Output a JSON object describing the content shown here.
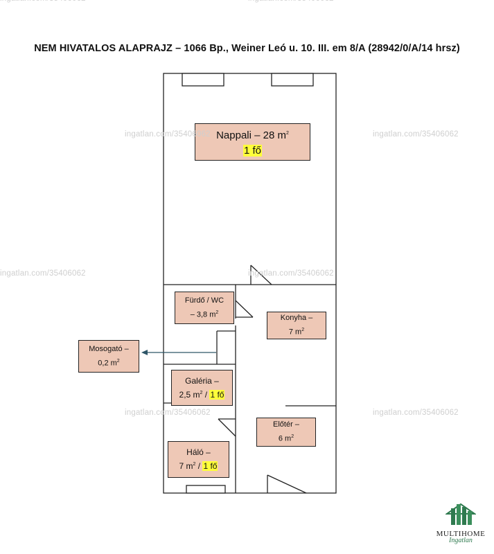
{
  "title": "NEM HIVATALOS ALAPRAJZ – 1066 Bp., Weiner Leó u. 10. III. em 8/A (28942/0/A/14 hrsz)",
  "rooms": {
    "nappali": {
      "name": "Nappali – 28 m",
      "sup": "2",
      "people": "1 fő"
    },
    "furdo": {
      "line1": "Fürdő / WC",
      "line2": "– 3,8 m",
      "sup": "2"
    },
    "konyha": {
      "line1": "Konyha –",
      "line2": "7 m",
      "sup": "2"
    },
    "mosogato": {
      "line1": "Mosogató –",
      "line2": "0,2  m",
      "sup": "2"
    },
    "galeria": {
      "line1": "Galéria –",
      "line2": "2,5 m",
      "sup": "2",
      "sep": " / ",
      "people": "1 fő"
    },
    "eloter": {
      "line1": "Előtér –",
      "line2": "6 m",
      "sup": "2"
    },
    "halo": {
      "line1": "Háló –",
      "line2": "7 m",
      "sup": "2",
      "sep": " / ",
      "people": "1 fő"
    }
  },
  "watermark": "ingatlan.com/35406062",
  "logo": {
    "brand": "MULTIHOME",
    "sub": "Ingatlan"
  }
}
